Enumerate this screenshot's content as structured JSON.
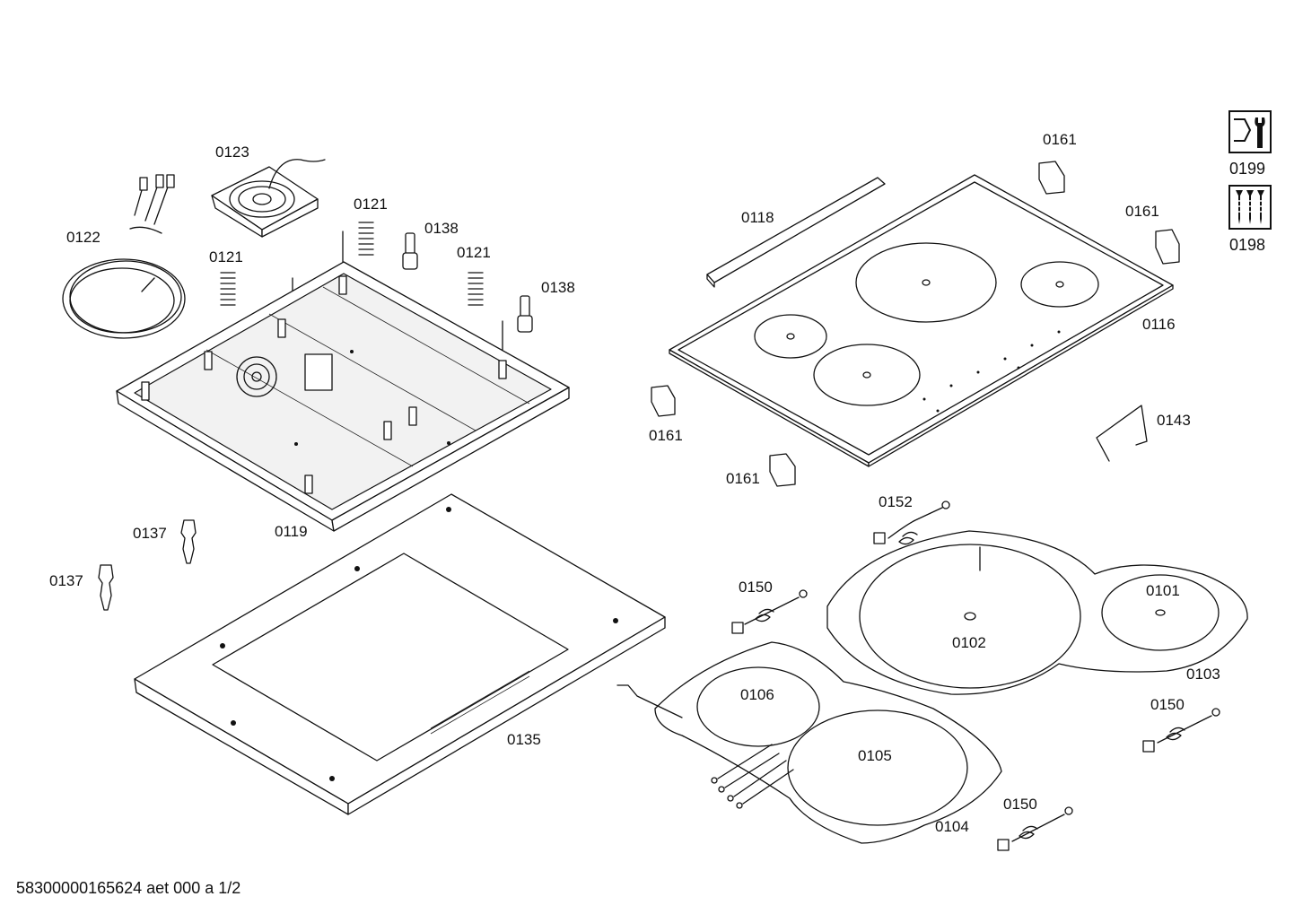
{
  "diagram": {
    "labels": {
      "p0123": "0123",
      "p0122": "0122",
      "p0121a": "0121",
      "p0121b": "0121",
      "p0121c": "0121",
      "p0138a": "0138",
      "p0138b": "0138",
      "p0119": "0119",
      "p0137a": "0137",
      "p0137b": "0137",
      "p0135": "0135",
      "p0161a": "0161",
      "p0161b": "0161",
      "p0161c": "0161",
      "p0161d": "0161",
      "p0118": "0118",
      "p0116": "0116",
      "p0143": "0143",
      "p0152": "0152",
      "p0150a": "0150",
      "p0150b": "0150",
      "p0150c": "0150",
      "p0101": "0101",
      "p0102": "0102",
      "p0103": "0103",
      "p0106": "0106",
      "p0105": "0105",
      "p0104": "0104",
      "p0199": "0199",
      "p0198": "0198"
    },
    "icons": {
      "service": "wrench-icon",
      "screws": "screws-icon"
    },
    "footer": "58300000165624 aet 000 a 1/2"
  }
}
